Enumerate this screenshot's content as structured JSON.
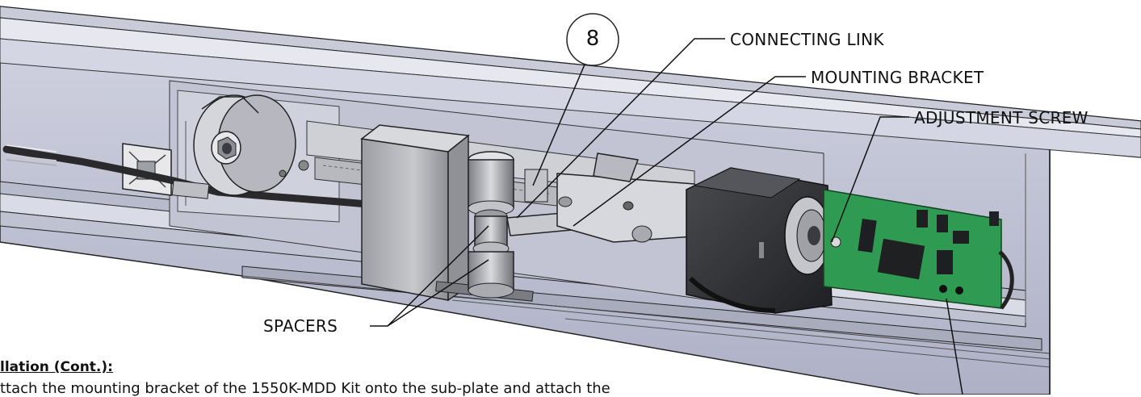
{
  "balloon": {
    "number": "8"
  },
  "callouts": {
    "connecting_link": "CONNECTING LINK",
    "mounting_bracket": "MOUNTING BRACKET",
    "adjustment_screw": "ADJUSTMENT SCREW",
    "spacers": "SPACERS"
  },
  "text": {
    "heading": "llation (Cont.):",
    "body": "ttach the mounting bracket of the 1550K-MDD Kit onto the sub-plate and attach the"
  },
  "colors": {
    "outline": "#222222",
    "housing_fill": "#c7c9d8",
    "rail_fill": "#b9bccb",
    "metal": "#aeb0b8",
    "dark_motor": "#2e2f33",
    "pcb_green": "#2f9a52"
  }
}
